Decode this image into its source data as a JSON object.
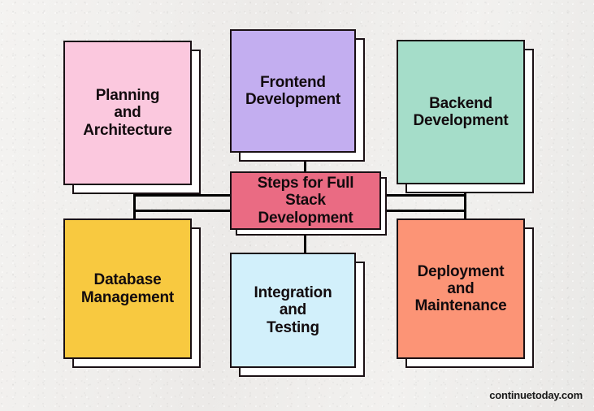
{
  "diagram": {
    "title": "Steps for Full Stack Development",
    "background_color": "#efeeec",
    "border_color": "#1a1014",
    "shadow_color": "#ffffff",
    "text_color": "#120b0e",
    "center": {
      "id": "center",
      "label": "Steps for Full\nStack\nDevelopment",
      "color": "#ea6b83"
    },
    "nodes": [
      {
        "id": "planning",
        "label": "Planning\nand\nArchitecture",
        "color": "#fbc8de",
        "position": "top-left"
      },
      {
        "id": "frontend",
        "label": "Frontend\nDevelopment",
        "color": "#c3aef0",
        "position": "top-center"
      },
      {
        "id": "backend",
        "label": "Backend\nDevelopment",
        "color": "#a5ddc9",
        "position": "top-right"
      },
      {
        "id": "database",
        "label": "Database\nManagement",
        "color": "#f8c940",
        "position": "bottom-left"
      },
      {
        "id": "integration",
        "label": "Integration\nand\nTesting",
        "color": "#d2f0fb",
        "position": "bottom-center"
      },
      {
        "id": "deployment",
        "label": "Deployment\nand\nMaintenance",
        "color": "#fc9476",
        "position": "bottom-right"
      }
    ],
    "connections": [
      {
        "from": "planning",
        "to": "center"
      },
      {
        "from": "frontend",
        "to": "center"
      },
      {
        "from": "backend",
        "to": "center"
      },
      {
        "from": "database",
        "to": "center"
      },
      {
        "from": "integration",
        "to": "center"
      },
      {
        "from": "deployment",
        "to": "center"
      }
    ]
  },
  "watermark": {
    "text": "continuetoday.com"
  }
}
